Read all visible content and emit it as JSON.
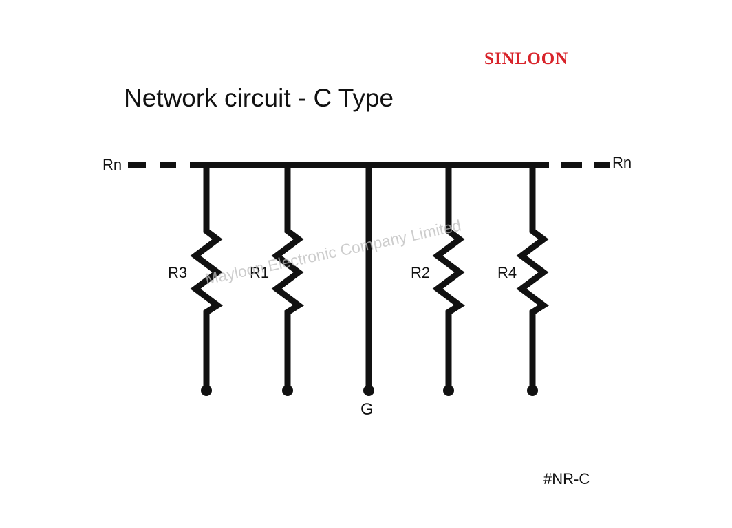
{
  "brand": {
    "logo_text": "SINLOON",
    "color": "#d8232a"
  },
  "title": "Network circuit - C Type",
  "code": "#NR-C",
  "watermark": "Mayloon Electronic Company Limited",
  "labels": {
    "rn_left": "Rn",
    "rn_right": "Rn",
    "r3": "R3",
    "r1": "R1",
    "r2": "R2",
    "r4": "R4",
    "ground": "G"
  },
  "colors": {
    "wire": "#111111",
    "watermark": "#bdbdbd"
  }
}
